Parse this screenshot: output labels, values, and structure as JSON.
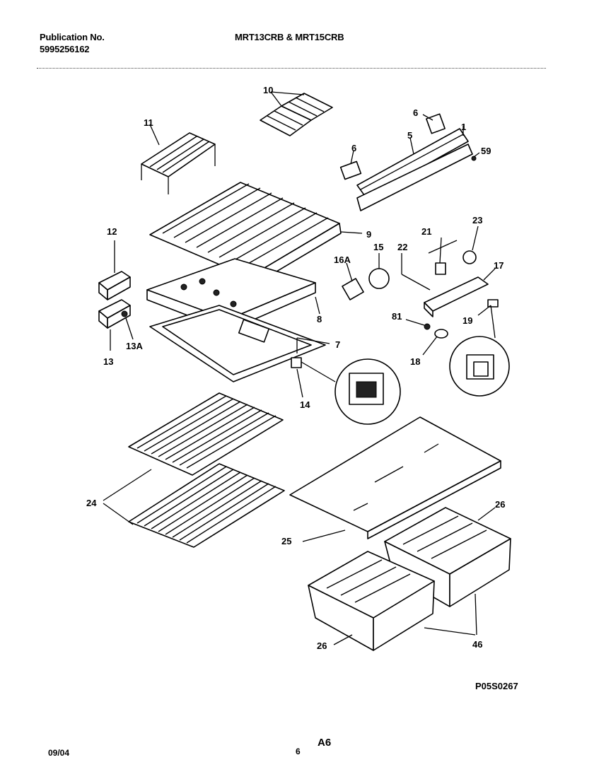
{
  "header": {
    "publication_label": "Publication No.",
    "publication_number": "5995256162",
    "models": "MRT13CRB & MRT15CRB"
  },
  "footer": {
    "date": "09/04",
    "page_small": "6",
    "page_code": "A6",
    "diagram_id": "P05S0267"
  },
  "callouts": [
    "10",
    "11",
    "6",
    "5",
    "1",
    "6",
    "59",
    "12",
    "9",
    "16A",
    "15",
    "22",
    "21",
    "23",
    "17",
    "13",
    "13A",
    "8",
    "7",
    "81",
    "19",
    "18",
    "14",
    "24",
    "25",
    "26",
    "26",
    "46"
  ]
}
